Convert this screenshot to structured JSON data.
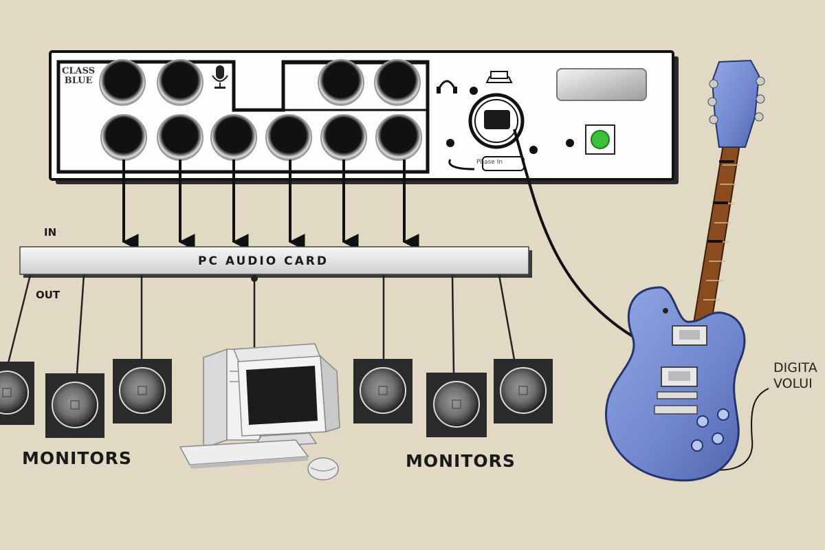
{
  "card": {
    "label": "PC AUDIO CARD",
    "in_label": "IN",
    "out_label": "OUT"
  },
  "monitors": {
    "left_label": "MONITORS",
    "right_label": "MONITORS"
  },
  "guitar": {
    "callout_line1": "DIGITA",
    "callout_line2": "VOLUI"
  },
  "interface": {
    "logo_line1": "CLASS",
    "logo_line2": "BLUE",
    "port_label": "Phase In"
  },
  "colors": {
    "background": "#e2d9c4",
    "guitar_body": "#6f86cf",
    "led": "#3cc03c"
  }
}
